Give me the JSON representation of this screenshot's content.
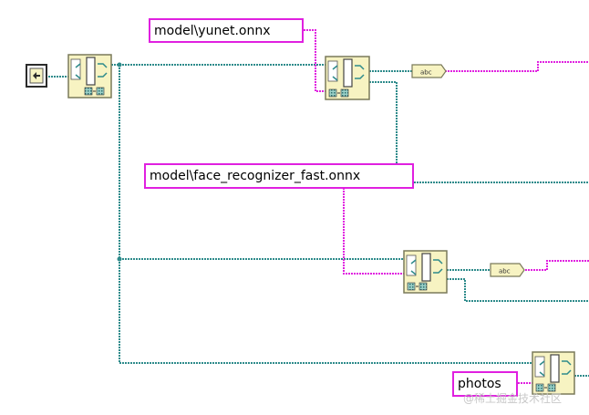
{
  "diagram": {
    "constants": {
      "yunet_path": "model\\yunet.onnx",
      "recognizer_path": "model\\face_recognizer_fast.onnx",
      "photos_folder": "photos"
    },
    "string_indicator_labels": [
      "abc",
      "abc"
    ],
    "watermark": "@稀土掘金技术社区",
    "colors": {
      "refnum_wire": "#2e8b8b",
      "string_wire": "#e020e0",
      "node_fill": "#f7f3c2",
      "node_border": "#7a7a5a",
      "background": "#ffffff"
    }
  }
}
